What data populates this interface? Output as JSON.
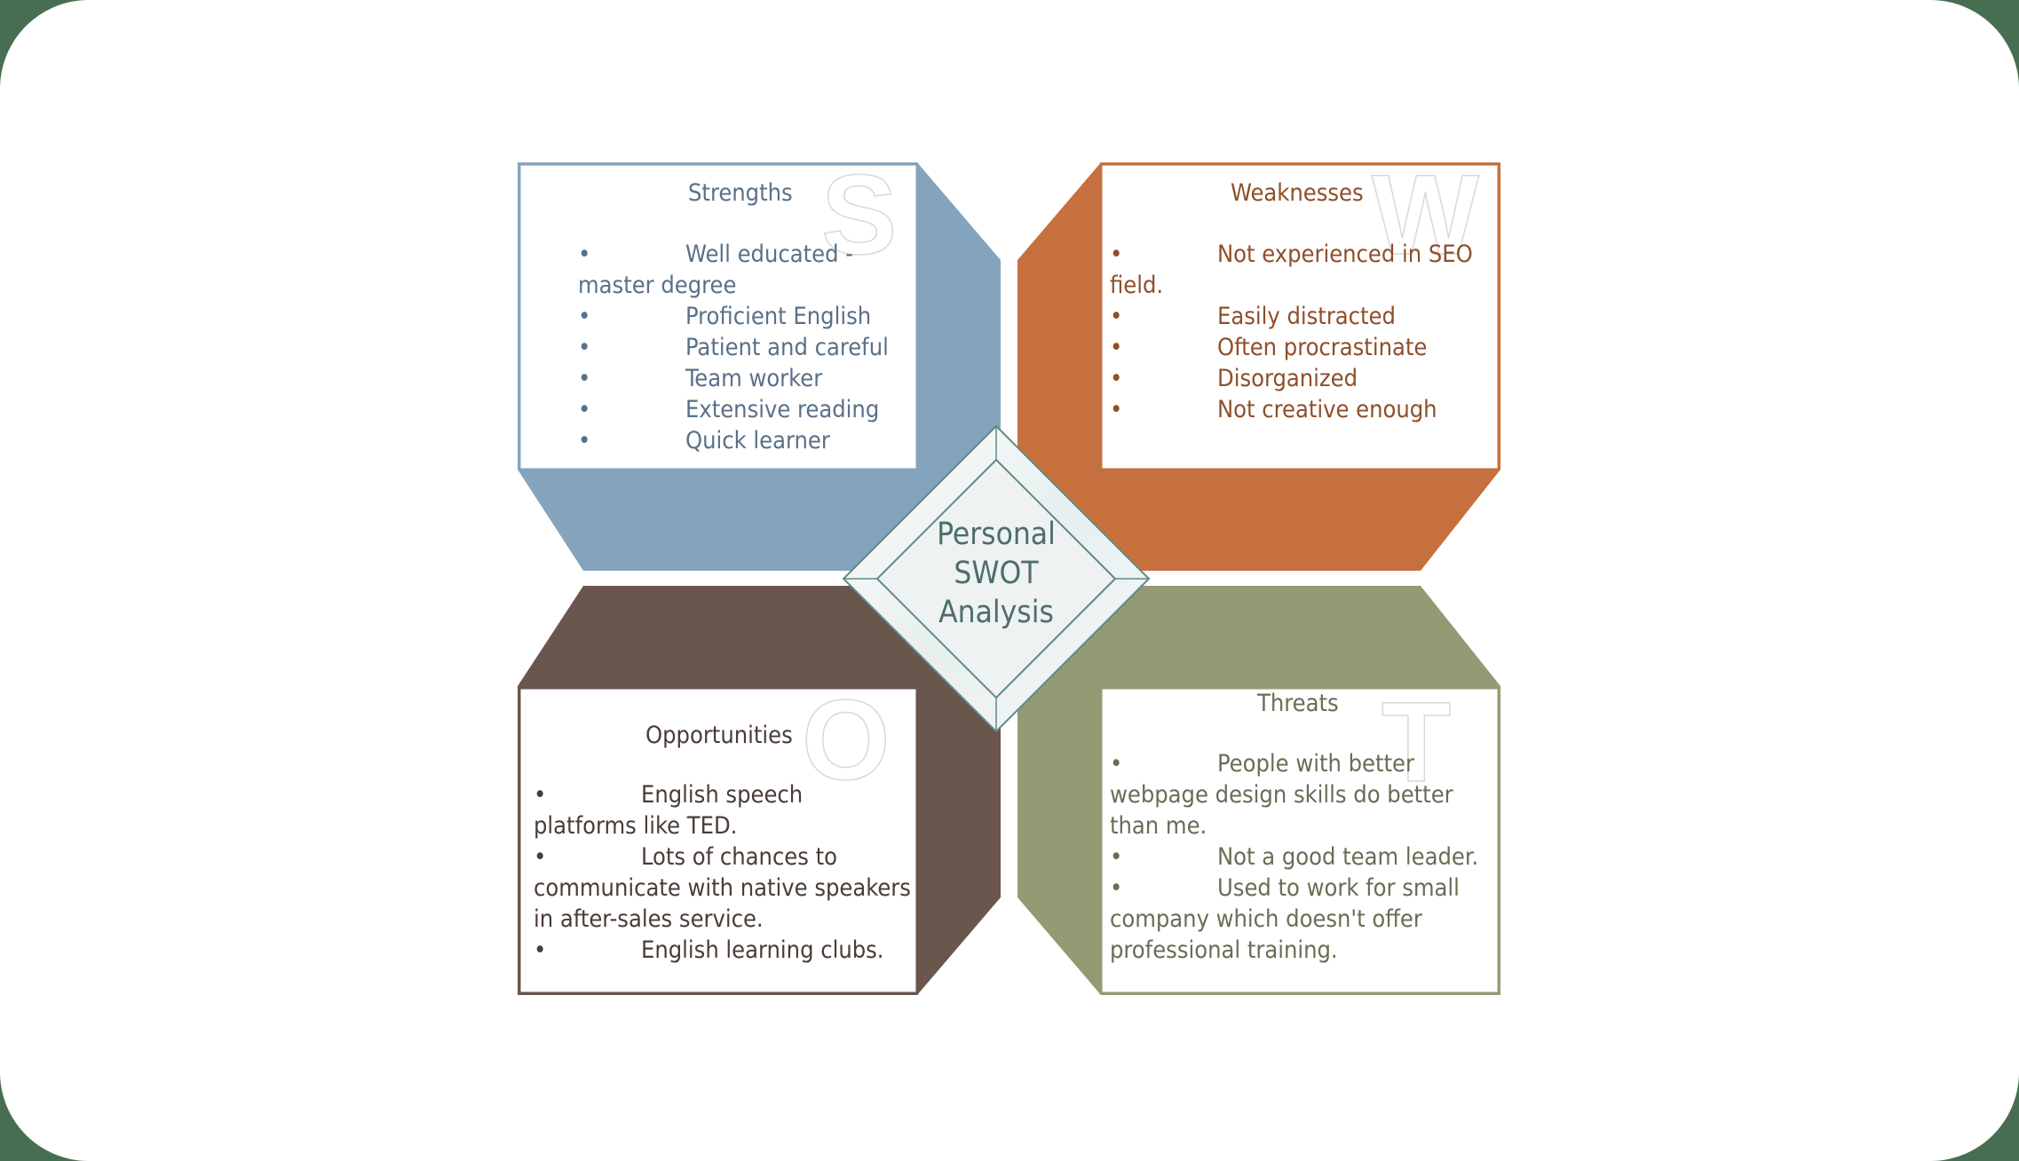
{
  "diagram": {
    "title": "Personal SWOT Analysis",
    "center_lines": [
      "Personal",
      "SWOT",
      "Analysis"
    ],
    "colors": {
      "strengths": "#84a4bd",
      "weaknesses": "#c5703e",
      "opportunities": "#6a564d",
      "threats": "#959a74",
      "center_border": "#5f8a84",
      "center_fill": "#eef2f2"
    },
    "quadrants": {
      "strengths": {
        "letter": "S",
        "title": "Strengths",
        "text_color": "#5a7088",
        "items": [
          {
            "first": "Well educated -",
            "rest": "master degree"
          },
          {
            "first": "Proficient English",
            "rest": ""
          },
          {
            "first": "Patient and careful",
            "rest": ""
          },
          {
            "first": "Team worker",
            "rest": ""
          },
          {
            "first": "Extensive reading",
            "rest": ""
          },
          {
            "first": "Quick learner",
            "rest": ""
          }
        ]
      },
      "weaknesses": {
        "letter": "W",
        "title": "Weaknesses",
        "text_color": "#8e4e2a",
        "items": [
          {
            "first": "Not experienced in SEO",
            "rest": "field."
          },
          {
            "first": "Easily distracted",
            "rest": ""
          },
          {
            "first": "Often procrastinate",
            "rest": ""
          },
          {
            "first": "Disorganized",
            "rest": ""
          },
          {
            "first": "Not creative enough",
            "rest": ""
          }
        ]
      },
      "opportunities": {
        "letter": "O",
        "title": "Opportunities",
        "text_color": "#4a3c36",
        "items": [
          {
            "first": "English speech",
            "rest": "platforms like TED."
          },
          {
            "first": "Lots of chances to",
            "rest": "communicate with native speakers in after-sales service."
          },
          {
            "first": "English learning clubs.",
            "rest": ""
          }
        ]
      },
      "threats": {
        "letter": "T",
        "title": "Threats",
        "text_color": "#6a6c54",
        "items": [
          {
            "first": "People with better",
            "rest": "webpage design skills do better than me."
          },
          {
            "first": "Not a good team",
            "rest": "leader."
          },
          {
            "first": "Used to work for small",
            "rest": "company which doesn't offer professional training."
          }
        ]
      }
    },
    "bullet_glyph": "•"
  }
}
